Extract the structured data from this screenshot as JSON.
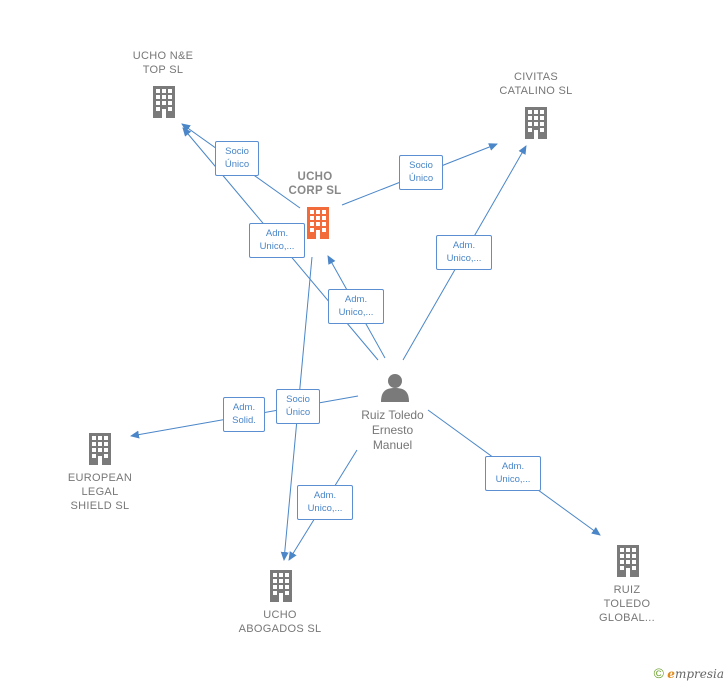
{
  "nodes": {
    "ucho_ne": "UCHO N&E\nTOP  SL",
    "civitas": "CIVITAS\nCATALINO  SL",
    "ucho_corp": "UCHO\nCORP  SL",
    "european": "EUROPEAN\nLEGAL\nSHIELD  SL",
    "ucho_abogados": "UCHO\nABOGADOS  SL",
    "ruiz_global": "RUIZ\nTOLEDO\nGLOBAL..."
  },
  "person": "Ruiz Toledo\nErnesto\nManuel",
  "edges": {
    "corp_ne": "Socio\nÚnico",
    "corp_civitas": "Socio\nÚnico",
    "person_ne": "Adm.\nUnico,...",
    "person_corp": "Adm.\nUnico,...",
    "person_civitas": "Adm.\nUnico,...",
    "person_european": "Adm.\nSolid.",
    "corp_abogados": "Socio\nÚnico",
    "person_abogados": "Adm.\nUnico,...",
    "person_global": "Adm.\nUnico,..."
  },
  "colors": {
    "edge": "#4a86c8",
    "building": "#7a7a7a",
    "building_main": "#f26b3a",
    "person": "#7a7a7a"
  },
  "brand": {
    "copyright": "©",
    "e": "e",
    "rest": "mpresia"
  }
}
